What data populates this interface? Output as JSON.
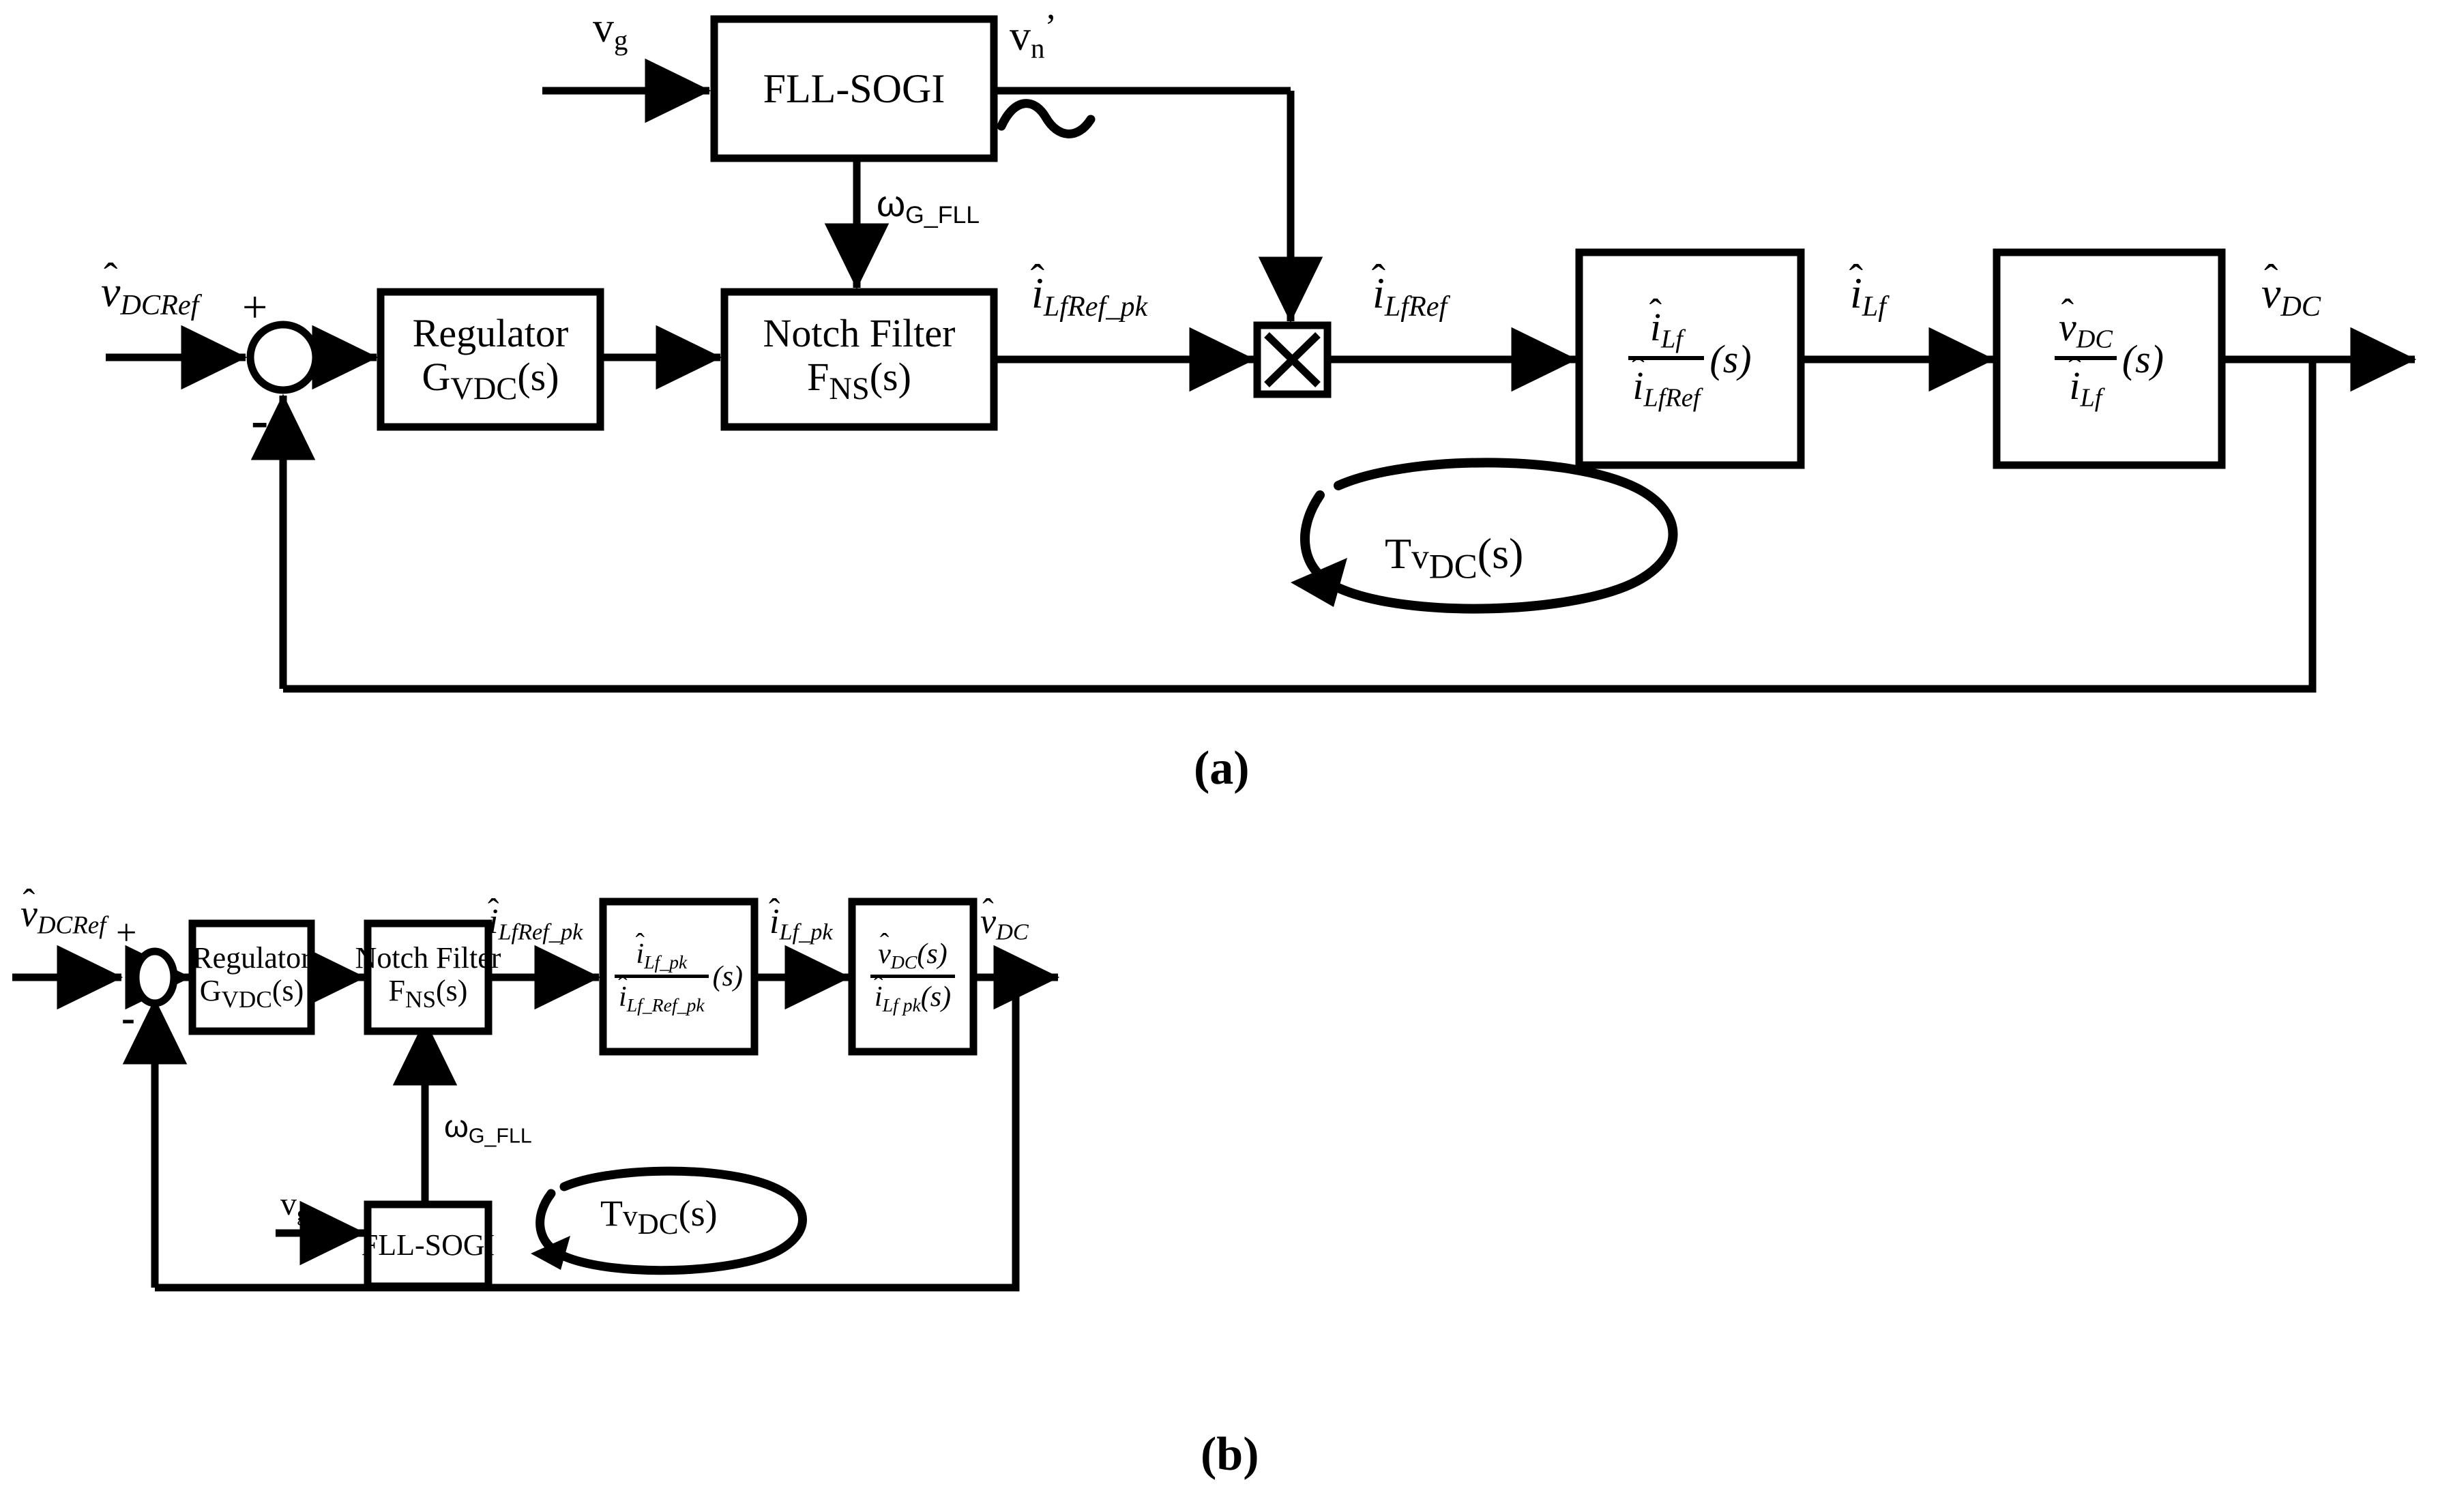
{
  "figure": {
    "type": "control-block-diagram",
    "panels": [
      {
        "id": "a",
        "caption": "(a)",
        "blocks": [
          {
            "name": "fll-sogi-block",
            "label": "FLL-SOGI"
          },
          {
            "name": "regulator-block",
            "line1": "Regulator",
            "line2_main": "G",
            "line2_sub": "VDC",
            "line2_tail": "(s)"
          },
          {
            "name": "notch-filter-block",
            "line1": "Notch Filter",
            "line2_main": "F",
            "line2_sub": "NS",
            "line2_tail": "(s)"
          },
          {
            "name": "multiplier-block",
            "label": "×"
          },
          {
            "name": "current-loop-tf-block",
            "num_var": "i",
            "num_sub": "Lf",
            "den_var": "i",
            "den_sub": "LfRef",
            "arg": "(s)"
          },
          {
            "name": "plant-tf-block",
            "num_var": "v",
            "num_sub": "DC",
            "den_var": "i",
            "den_sub": "Lf",
            "arg": "(s)"
          }
        ],
        "signals": [
          {
            "name": "vg-input-label",
            "main": "v",
            "sub": "g"
          },
          {
            "name": "vn-prime-label",
            "main": "v",
            "sub": "n",
            "prime": "’"
          },
          {
            "name": "omega-g-fll-label",
            "main": "ω",
            "sub": "G_FLL"
          },
          {
            "name": "vdcref-input-label",
            "main": "v",
            "sub": "DCRef",
            "hat": true
          },
          {
            "name": "ilfref-pk-label",
            "main": "i",
            "sub": "LfRef_pk",
            "hat": true
          },
          {
            "name": "ilfref-label",
            "main": "i",
            "sub": "LfRef",
            "hat": true
          },
          {
            "name": "ilf-label",
            "main": "i",
            "sub": "Lf",
            "hat": true
          },
          {
            "name": "vdc-output-label",
            "main": "v",
            "sub": "DC",
            "hat": true
          }
        ],
        "sum_plus": "+",
        "sum_minus": "-",
        "loop_label": {
          "lead": "T",
          "v": "v",
          "sub": "DC",
          "tail": "(s)"
        },
        "sine_icon": "sine-wave-icon"
      },
      {
        "id": "b",
        "caption": "(b)",
        "blocks": [
          {
            "name": "regulator-block",
            "line1": "Regulator",
            "line2_main": "G",
            "line2_sub": "VDC",
            "line2_tail": "(s)"
          },
          {
            "name": "notch-filter-block",
            "line1": "Notch Filter",
            "line2_main": "F",
            "line2_sub": "NS",
            "line2_tail": "(s)"
          },
          {
            "name": "fll-sogi-block",
            "label": "FLL-SOGI"
          },
          {
            "name": "current-loop-tf-block",
            "num_var": "i",
            "num_sub": "Lf_pk",
            "den_var": "i",
            "den_sub": "Lf_Ref_pk",
            "arg": "(s)"
          },
          {
            "name": "plant-tf-block",
            "num_var": "v",
            "num_sub": "DC",
            "num_arg": "(s)",
            "den_var": "i",
            "den_sub": "Lf pk",
            "den_arg": "(s)"
          }
        ],
        "signals": [
          {
            "name": "vdcref-input-label",
            "main": "v",
            "sub": "DCRef",
            "hat": true
          },
          {
            "name": "ilfref-pk-label",
            "main": "i",
            "sub": "LfRef_pk",
            "hat": true
          },
          {
            "name": "ilf-pk-label",
            "main": "i",
            "sub": "Lf_pk",
            "hat": true
          },
          {
            "name": "vdc-output-label",
            "main": "v",
            "sub": "DC",
            "hat": true
          },
          {
            "name": "omega-g-fll-label",
            "main": "ω",
            "sub": "G_FLL"
          },
          {
            "name": "vg-input-label",
            "main": "v",
            "sub": "g"
          }
        ],
        "sum_plus": "+",
        "sum_minus": "-",
        "loop_label": {
          "lead": "T",
          "v": "v",
          "sub": "DC",
          "tail": "(s)"
        }
      }
    ],
    "colors": {
      "stroke": "#000000",
      "background": "#ffffff"
    }
  }
}
